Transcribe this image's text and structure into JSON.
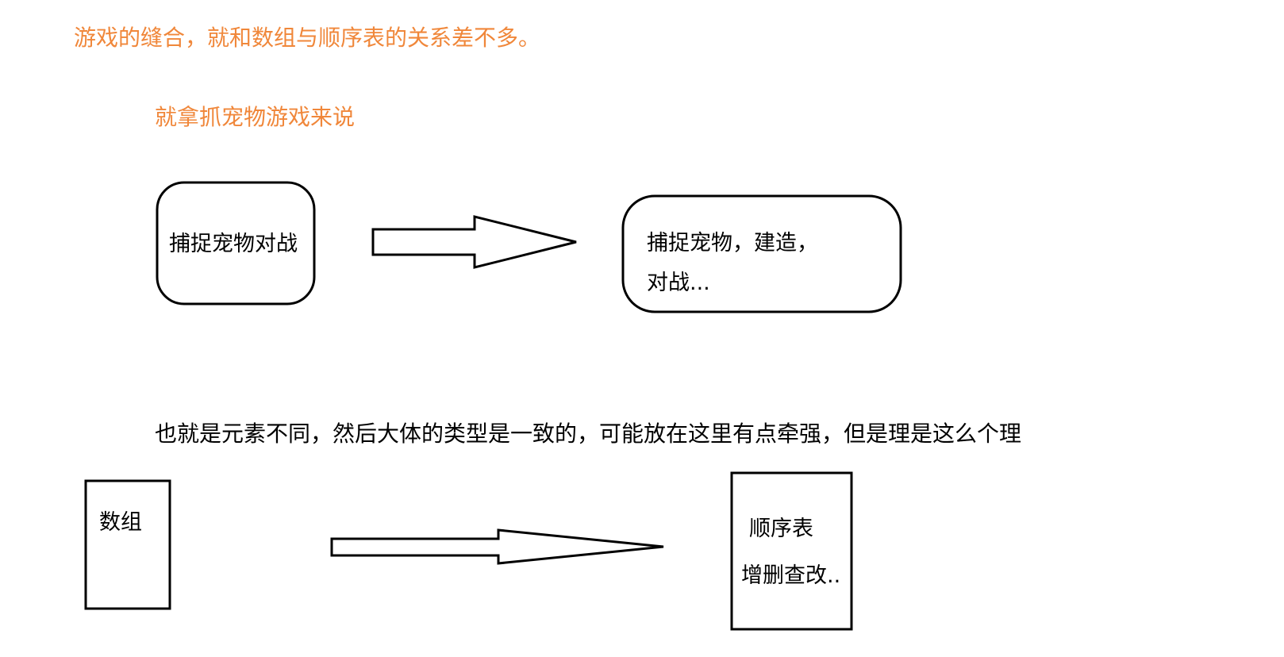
{
  "title": "游戏的缝合，就和数组与顺序表的关系差不多。",
  "subtitle": "就拿抓宠物游戏来说",
  "middle_text": "也就是元素不同，然后大体的类型是一致的，可能放在这里有点牵强，但是理是这么个理",
  "diagram1": {
    "left_box": "捕捉宠物对战",
    "right_box_line1": "捕捉宠物，建造，",
    "right_box_line2": "对战..."
  },
  "diagram2": {
    "left_box": "数组",
    "right_box_line1": "顺序表",
    "right_box_line2": "增删查改.."
  },
  "colors": {
    "orange": "#f0873a",
    "stroke": "#000000"
  }
}
